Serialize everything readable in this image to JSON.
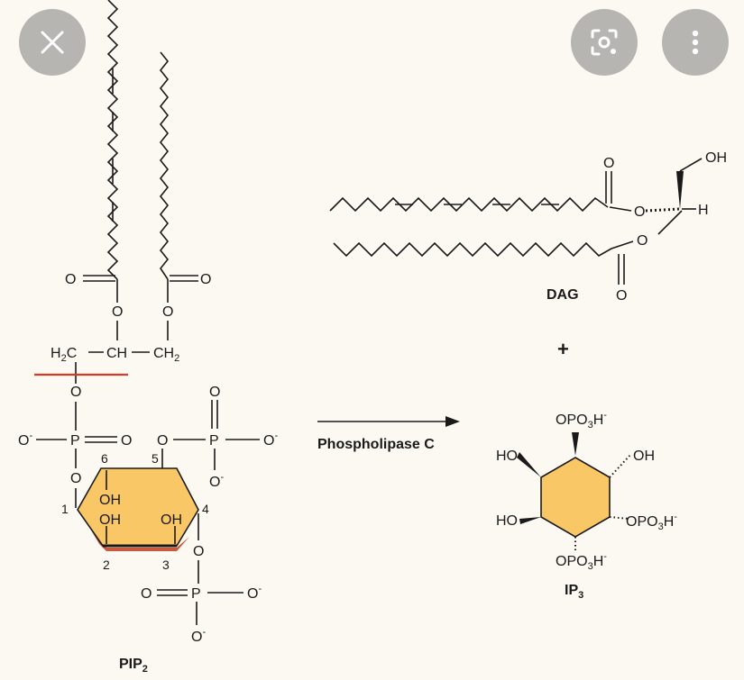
{
  "overlay": {
    "close_icon": "close-icon",
    "lens_icon": "lens-search-icon",
    "more_icon": "more-vertical-icon"
  },
  "pip2": {
    "name": "PIP",
    "name_sub": "2",
    "o_left": "O",
    "o_right": "O",
    "ester_o_left": "O",
    "ester_o_right": "O",
    "h2c": "H",
    "h2c_sub": "2",
    "h2c_c": "C",
    "ch": "CH",
    "ch2": "CH",
    "ch2_sub": "2",
    "link_o": "O",
    "p1_o_minus": "O",
    "p1_minus": "-",
    "p1_p": "P",
    "p1_o_double": "O",
    "p1_o_ring": "O",
    "ring_nums": [
      "1",
      "2",
      "3",
      "4",
      "5",
      "6"
    ],
    "oh_6": "OH",
    "oh_2": "OH",
    "oh_3": "OH",
    "o5": "O",
    "p5_p": "P",
    "p5_o_top": "O",
    "p5_o_right": "O",
    "p5_o_bottom": "O",
    "o4": "O",
    "p4_p": "P",
    "p4_o_left": "O",
    "p4_o_right": "O",
    "p4_o_bottom": "O"
  },
  "reaction": {
    "enzyme": "Phospholipase C"
  },
  "dag": {
    "name": "DAG",
    "oh": "OH",
    "h": "H",
    "o_top": "O",
    "o_ester1": "O",
    "o_ester2": "O",
    "o_bottom": "O",
    "plus": "+"
  },
  "ip3": {
    "name": "IP",
    "name_sub": "3",
    "top": "OPO",
    "top_sub": "3",
    "top_sup": "H",
    "ho_upper": "HO",
    "oh_right": "OH",
    "ho_lower": "HO",
    "right": "OPO",
    "right_sub": "3",
    "right_sup": "H",
    "bottom": "OPO",
    "bottom_sub": "3",
    "bottom_sup": "H",
    "minus": "-"
  },
  "colors": {
    "background": "#fcf9f3",
    "ring_fill": "#f9c766",
    "ring_edge": "#c9593c",
    "cut_line": "#d63a22",
    "button_bg": "#b7b5b1"
  }
}
